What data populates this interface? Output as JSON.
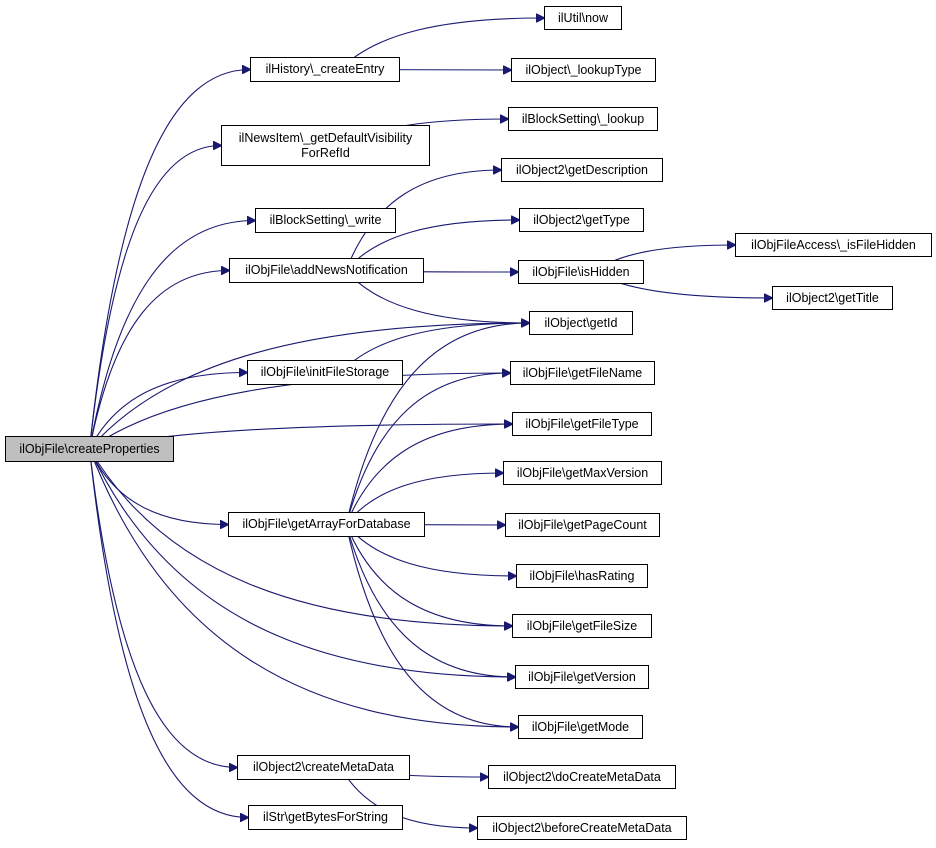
{
  "graph": {
    "nodes": [
      {
        "id": "root",
        "lines": [
          "ilObjFile\\createProperties"
        ],
        "root": true
      },
      {
        "id": "hist",
        "lines": [
          "ilHistory\\_createEntry"
        ]
      },
      {
        "id": "news",
        "lines": [
          "ilNewsItem\\_getDefaultVisibility",
          "ForRefId"
        ]
      },
      {
        "id": "bswrite",
        "lines": [
          "ilBlockSetting\\_write"
        ]
      },
      {
        "id": "addnews",
        "lines": [
          "ilObjFile\\addNewsNotification"
        ]
      },
      {
        "id": "initfs",
        "lines": [
          "ilObjFile\\initFileStorage"
        ]
      },
      {
        "id": "getarr",
        "lines": [
          "ilObjFile\\getArrayForDatabase"
        ]
      },
      {
        "id": "createmeta",
        "lines": [
          "ilObject2\\createMetaData"
        ]
      },
      {
        "id": "bytes",
        "lines": [
          "ilStr\\getBytesForString"
        ]
      },
      {
        "id": "now",
        "lines": [
          "ilUtil\\now"
        ]
      },
      {
        "id": "lookuptype",
        "lines": [
          "ilObject\\_lookupType"
        ]
      },
      {
        "id": "bslookup",
        "lines": [
          "ilBlockSetting\\_lookup"
        ]
      },
      {
        "id": "getdesc",
        "lines": [
          "ilObject2\\getDescription"
        ]
      },
      {
        "id": "gettype",
        "lines": [
          "ilObject2\\getType"
        ]
      },
      {
        "id": "ishidden",
        "lines": [
          "ilObjFile\\isHidden"
        ]
      },
      {
        "id": "getid",
        "lines": [
          "ilObject\\getId"
        ]
      },
      {
        "id": "fname",
        "lines": [
          "ilObjFile\\getFileName"
        ]
      },
      {
        "id": "ftype",
        "lines": [
          "ilObjFile\\getFileType"
        ]
      },
      {
        "id": "maxver",
        "lines": [
          "ilObjFile\\getMaxVersion"
        ]
      },
      {
        "id": "pagecount",
        "lines": [
          "ilObjFile\\getPageCount"
        ]
      },
      {
        "id": "rating",
        "lines": [
          "ilObjFile\\hasRating"
        ]
      },
      {
        "id": "fsize",
        "lines": [
          "ilObjFile\\getFileSize"
        ]
      },
      {
        "id": "version",
        "lines": [
          "ilObjFile\\getVersion"
        ]
      },
      {
        "id": "mode",
        "lines": [
          "ilObjFile\\getMode"
        ]
      },
      {
        "id": "docreate",
        "lines": [
          "ilObject2\\doCreateMetaData"
        ]
      },
      {
        "id": "before",
        "lines": [
          "ilObject2\\beforeCreateMetaData"
        ]
      },
      {
        "id": "fahidden",
        "lines": [
          "ilObjFileAccess\\_isFileHidden"
        ]
      },
      {
        "id": "title",
        "lines": [
          "ilObject2\\getTitle"
        ]
      }
    ],
    "edges": [
      [
        "root",
        "hist"
      ],
      [
        "root",
        "news"
      ],
      [
        "root",
        "bswrite"
      ],
      [
        "root",
        "addnews"
      ],
      [
        "root",
        "getid"
      ],
      [
        "root",
        "initfs"
      ],
      [
        "root",
        "fname"
      ],
      [
        "root",
        "ftype"
      ],
      [
        "root",
        "getarr"
      ],
      [
        "root",
        "fsize"
      ],
      [
        "root",
        "version"
      ],
      [
        "root",
        "mode"
      ],
      [
        "root",
        "createmeta"
      ],
      [
        "root",
        "bytes"
      ],
      [
        "hist",
        "now"
      ],
      [
        "hist",
        "lookuptype"
      ],
      [
        "news",
        "bslookup"
      ],
      [
        "addnews",
        "getdesc"
      ],
      [
        "addnews",
        "gettype"
      ],
      [
        "addnews",
        "ishidden"
      ],
      [
        "addnews",
        "getid"
      ],
      [
        "ishidden",
        "fahidden"
      ],
      [
        "ishidden",
        "title"
      ],
      [
        "initfs",
        "getid"
      ],
      [
        "getarr",
        "getid"
      ],
      [
        "getarr",
        "fname"
      ],
      [
        "getarr",
        "ftype"
      ],
      [
        "getarr",
        "maxver"
      ],
      [
        "getarr",
        "pagecount"
      ],
      [
        "getarr",
        "rating"
      ],
      [
        "getarr",
        "fsize"
      ],
      [
        "getarr",
        "version"
      ],
      [
        "getarr",
        "mode"
      ],
      [
        "createmeta",
        "docreate"
      ],
      [
        "createmeta",
        "before"
      ]
    ]
  }
}
